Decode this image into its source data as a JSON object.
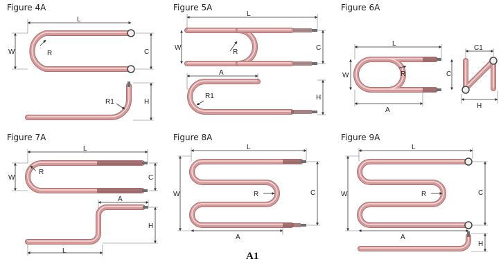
{
  "figures": [
    {
      "title": "Figure 4A"
    },
    {
      "title": "Figure 5A"
    },
    {
      "title": "Figure 6A"
    },
    {
      "title": "Figure 7A"
    },
    {
      "title": "Figure 8A"
    },
    {
      "title": "Figure 9A"
    }
  ],
  "labels": {
    "L": "L",
    "W": "W",
    "R": "R",
    "C": "C",
    "H": "H",
    "A": "A",
    "R1": "R1",
    "C1": "C1"
  },
  "caption": "A1",
  "colors": {
    "tube": "#d49a9a",
    "tube_edge": "#b07070",
    "tube_highlight": "#f3dcdc",
    "terminal": "#6e6e6e",
    "dim_line": "#333333"
  }
}
